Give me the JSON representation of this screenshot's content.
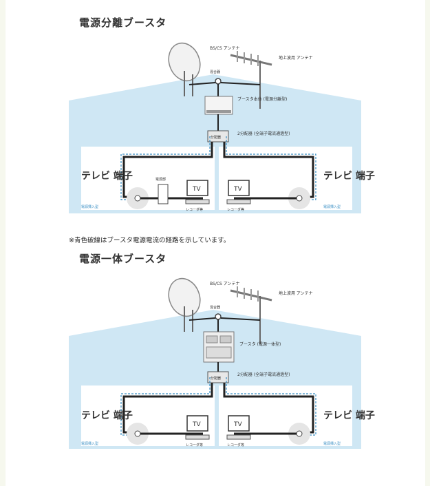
{
  "section1": {
    "title": "電源分離ブースタ",
    "labels": {
      "bs_cs_antenna": "BS/CS アンテナ",
      "terrestrial_antenna": "地上波用 アンテナ",
      "mixer": "混合器",
      "booster": "ブースタ本体 (電源分離型)",
      "splitter_box": "分配器",
      "splitter": "2分配器 (全端子電流通過型)",
      "tv_left": "テレビ 端子",
      "tv_right": "テレビ 端子",
      "power_left": "電源挿入型",
      "power_right": "電源挿入型",
      "power_unit": "電源部",
      "tv_a": "TV",
      "tv_b": "TV",
      "recorder_a": "レコーダ等",
      "recorder_b": "レコーダ等"
    }
  },
  "note": "※青色破線はブースタ電源電流の経路を示しています。",
  "section2": {
    "title": "電源一体ブースタ",
    "labels": {
      "bs_cs_antenna": "BS/CS アンテナ",
      "terrestrial_antenna": "地上波用 アンテナ",
      "mixer": "混合器",
      "booster": "ブースタ (電源一体型)",
      "splitter_box": "分配器",
      "splitter": "2分配器 (全端子電流通過型)",
      "tv_left": "テレビ 端子",
      "tv_right": "テレビ 端子",
      "power_left": "電源挿入型",
      "power_right": "電源挿入型",
      "tv_a": "TV",
      "tv_b": "TV",
      "recorder_a": "レコーダ等",
      "recorder_b": "レコーダ等"
    }
  },
  "colors": {
    "house": "#cfe7f4",
    "house_wall": "#e3f1f9",
    "room": "#ffffff",
    "cable": "#222222",
    "power_path": "#3a8fc4"
  }
}
